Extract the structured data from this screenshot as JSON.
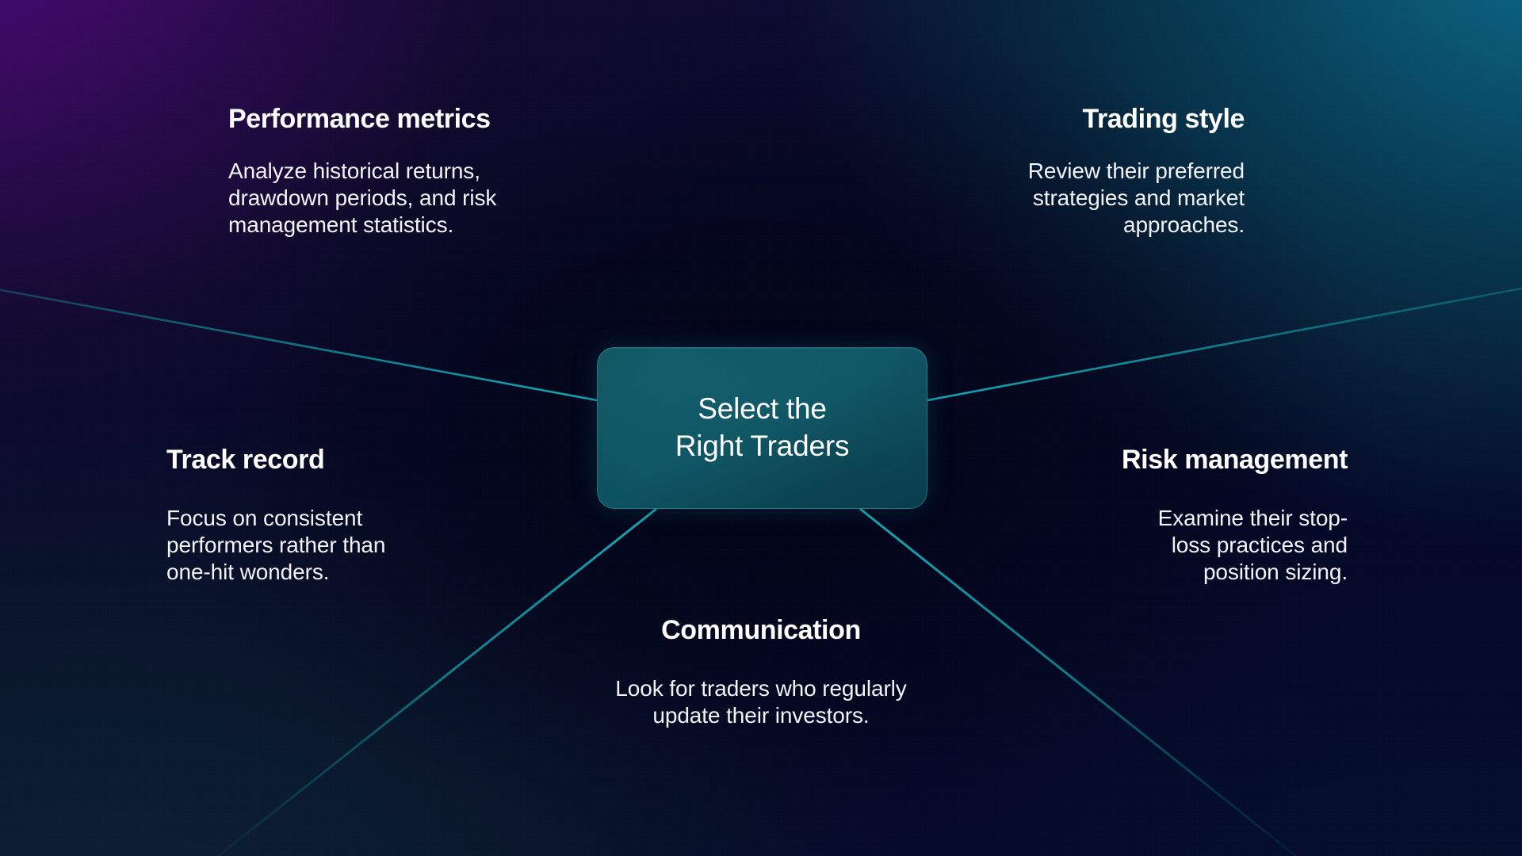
{
  "diagram": {
    "type": "mind-map",
    "center": {
      "title": "Select the\nRight Traders",
      "fill_color": "#0e5160",
      "border_color": "#60c8d0"
    },
    "accent_color": "#0f8f9c",
    "background": {
      "top_left_color": "#3f0a68",
      "top_right_color": "#0b6481",
      "bottom_left_color": "#0b1c30",
      "bottom_right_color": "#03062b"
    },
    "branches": [
      {
        "id": "performance-metrics",
        "title": "Performance metrics",
        "body": "Analyze historical returns,\ndrawdown periods, and risk\nmanagement statistics.",
        "align": "left",
        "position": "top-left"
      },
      {
        "id": "trading-style",
        "title": "Trading style",
        "body": "Review their preferred\nstrategies and market\napproaches.",
        "align": "right",
        "position": "top-right"
      },
      {
        "id": "track-record",
        "title": "Track record",
        "body": "Focus on consistent\nperformers rather than\none-hit wonders.",
        "align": "left",
        "position": "middle-left"
      },
      {
        "id": "risk-management",
        "title": "Risk management",
        "body": "Examine their stop-\nloss practices and\nposition sizing.",
        "align": "right",
        "position": "middle-right"
      },
      {
        "id": "communication",
        "title": "Communication",
        "body": "Look for traders who regularly\nupdate their investors.",
        "align": "center",
        "position": "bottom-center"
      }
    ],
    "connectors": [
      {
        "name": "connector-top",
        "from": "center-top",
        "to": "top-edge"
      },
      {
        "name": "connector-upper-left",
        "from": "center-left",
        "to": "left-edge-upper"
      },
      {
        "name": "connector-upper-right",
        "from": "center-right",
        "to": "right-edge-upper"
      },
      {
        "name": "connector-lower-left",
        "from": "center-bottom-left",
        "to": "bottom-left-corner"
      },
      {
        "name": "connector-lower-right",
        "from": "center-bottom-right",
        "to": "bottom-right-corner"
      }
    ]
  }
}
